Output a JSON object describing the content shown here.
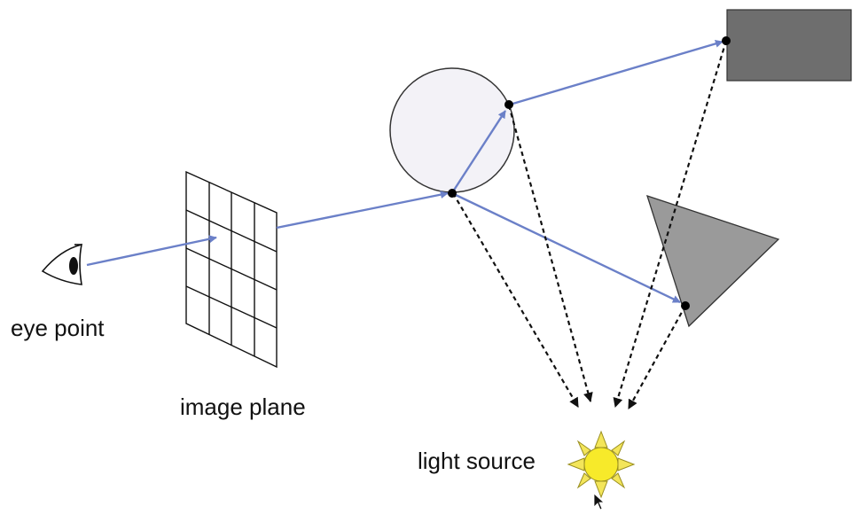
{
  "labels": {
    "eye_point": "eye point",
    "image_plane": "image plane",
    "light_source": "light source"
  },
  "colors": {
    "primary_ray": "#6b80c8",
    "shadow_ray": "#111111",
    "sphere_fill": "#f3f2f7",
    "rectangle_fill": "#6e6e6e",
    "triangle_fill": "#9a9a9a",
    "sun_fill": "#f7ea2a",
    "sun_ray_fill": "#f3e55a",
    "sun_stroke": "#9a8f20"
  },
  "icons": [
    "eye-icon",
    "sun-icon",
    "mouse-cursor-icon"
  ]
}
